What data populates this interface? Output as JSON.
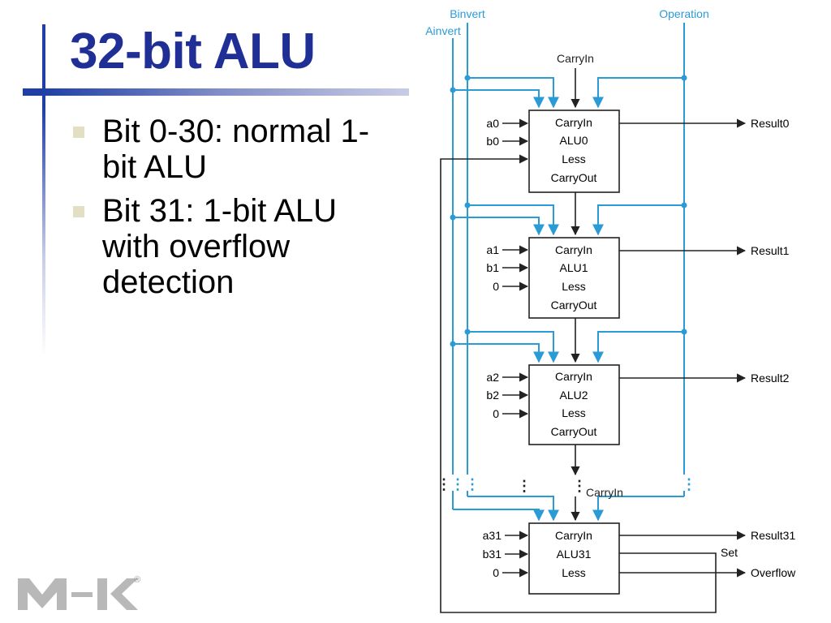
{
  "slide": {
    "title": "32-bit ALU",
    "bullets": [
      {
        "text": "Bit 0-30: normal 1-bit ALU"
      },
      {
        "text": "Bit 31: 1-bit ALU with overflow detection"
      }
    ]
  },
  "diagram": {
    "controls": {
      "binvert": "Binvert",
      "ainvert": "Ainvert",
      "operation": "Operation",
      "carryin_top": "CarryIn",
      "carryin_31": "CarryIn"
    },
    "alus": [
      {
        "name": "ALU0",
        "carryin": "CarryIn",
        "less": "Less",
        "carryout": "CarryOut",
        "a": "a0",
        "b": "b0",
        "result": "Result0"
      },
      {
        "name": "ALU1",
        "carryin": "CarryIn",
        "less": "Less",
        "carryout": "CarryOut",
        "a": "a1",
        "b": "b1",
        "less_in": "0",
        "result": "Result1"
      },
      {
        "name": "ALU2",
        "carryin": "CarryIn",
        "less": "Less",
        "carryout": "CarryOut",
        "a": "a2",
        "b": "b2",
        "less_in": "0",
        "result": "Result2"
      },
      {
        "name": "ALU31",
        "carryin": "CarryIn",
        "less": "Less",
        "a": "a31",
        "b": "b31",
        "less_in": "0",
        "result": "Result31",
        "set": "Set",
        "overflow": "Overflow"
      }
    ],
    "colors": {
      "control_line": "#2b9bd6",
      "wire": "#222222",
      "title": "#1f2f96"
    }
  },
  "logo": {
    "alt": "MK logo",
    "registered": "®"
  }
}
